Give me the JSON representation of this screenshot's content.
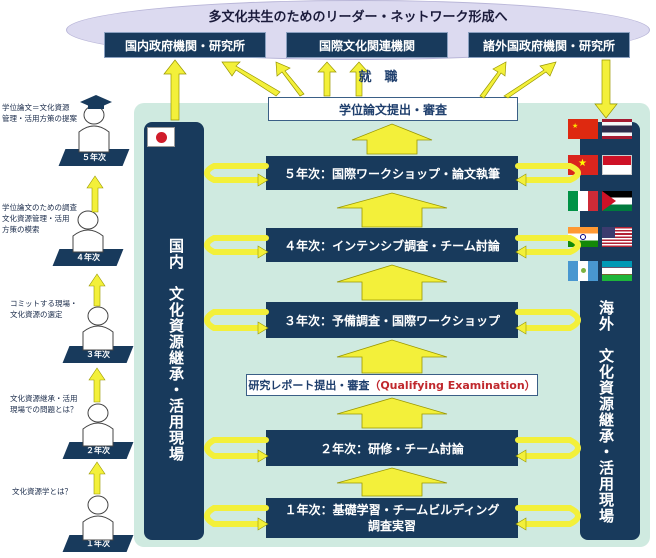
{
  "top_title": "多文化共生のためのリーダー・ネットワーク形成へ",
  "destinations": [
    "国内政府機関・研究所",
    "国際文化関連機関",
    "諸外国政府機関・研究所"
  ],
  "employment_label": "就　職",
  "thesis_box": "学位論文提出・審査",
  "domestic_label": "国内　文化資源継承・活用現場",
  "overseas_label": "海外　文化資源継承・活用現場",
  "years": {
    "y5": "５年次：国際ワークショップ・論文執筆",
    "y4": "４年次：インテンシブ調査・チーム討論",
    "y3": "３年次：予備調査・国際ワークショップ",
    "qe_prefix": "研究レポート提出・審査",
    "qe_suffix": "（Qualifying Examination）",
    "y2": "２年次：研修・チーム討論",
    "y1_line1": "１年次：基礎学習・チームビルディング",
    "y1_line2": "調査実習"
  },
  "ladder": {
    "steps": [
      "１年次",
      "２年次",
      "３年次",
      "４年次",
      "５年次"
    ],
    "notes": {
      "n1": "文化資源学とは？",
      "n2": "文化資源継承・活用\n現場での問題とは？",
      "n3": "コミットする現場・\n文化資源の選定",
      "n4": "学位論文のための調査\n文化資源管理・活用\n方策の模索",
      "n5": "学位論文＝文化資源\n管理・活用方策の提案"
    }
  },
  "colors": {
    "navy": "#183a5c",
    "mint": "#cfeae0",
    "yellow": "#f3f03a",
    "cloud": "#dcdaf0"
  }
}
